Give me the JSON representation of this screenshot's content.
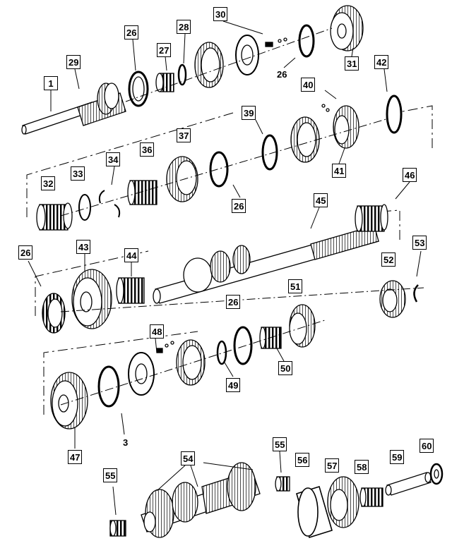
{
  "labels": {
    "l1": "1",
    "l3": "3",
    "l26a": "26",
    "l26b": "26",
    "l26c": "26",
    "l26d": "26",
    "l26e": "26",
    "l27": "27",
    "l28": "28",
    "l29": "29",
    "l30": "30",
    "l31": "31",
    "l32": "32",
    "l33": "33",
    "l34": "34",
    "l36": "36",
    "l37": "37",
    "l39": "39",
    "l40": "40",
    "l41": "41",
    "l42": "42",
    "l43": "43",
    "l44": "44",
    "l45": "45",
    "l46": "46",
    "l47": "47",
    "l48": "48",
    "l49": "49",
    "l50": "50",
    "l51": "51",
    "l52": "52",
    "l53": "53",
    "l54": "54",
    "l55a": "55",
    "l55b": "55",
    "l56": "56",
    "l57": "57",
    "l58": "58",
    "l59": "59",
    "l60": "60"
  }
}
